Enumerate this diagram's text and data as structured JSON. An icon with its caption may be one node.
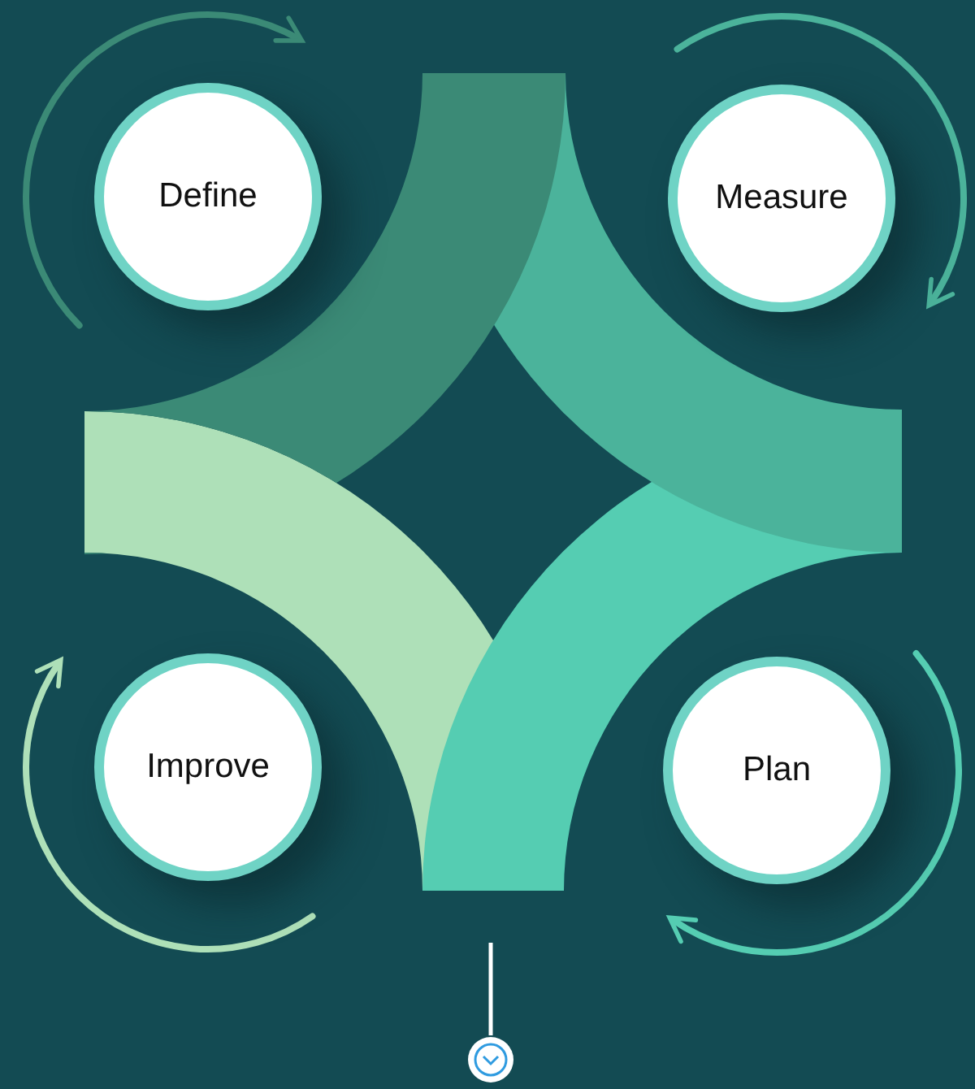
{
  "diagram": {
    "nodes": [
      {
        "text": [
          "Define"
        ]
      },
      {
        "text": [
          "Measure"
        ]
      },
      {
        "text": [
          "Improve"
        ]
      },
      {
        "text": [
          "Plan"
        ]
      }
    ]
  }
}
